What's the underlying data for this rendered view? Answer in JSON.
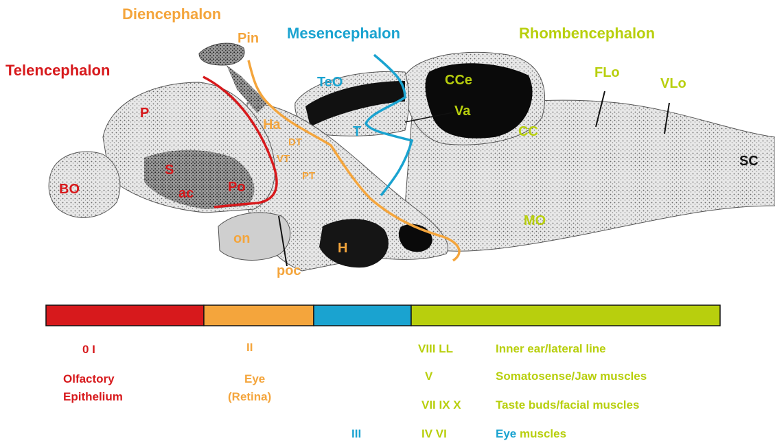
{
  "colors": {
    "telencephalon": "#d7191c",
    "diencephalon": "#f4a53c",
    "mesencephalon": "#1aa3d0",
    "rhombencephalon": "#b8cf0d"
  },
  "regions": {
    "telencephalon": "Telencephalon",
    "diencephalon": "Diencephalon",
    "mesencephalon": "Mesencephalon",
    "rhombencephalon": "Rhombencephalon"
  },
  "structures": {
    "pin": "Pin",
    "teo": "TeO",
    "cce": "CCe",
    "va": "Va",
    "flo": "FLo",
    "vlo": "VLo",
    "p": "P",
    "s": "S",
    "bo": "BO",
    "ac": "ac",
    "po": "Po",
    "ha": "Ha",
    "dt": "DT",
    "vt": "VT",
    "pt": "PT",
    "t": "T",
    "cc": "CC",
    "sc": "SC",
    "mo": "MO",
    "on": "on",
    "poc": "poc",
    "h": "H"
  },
  "legend": {
    "tel_nerves": "0 I",
    "tel_target_1": "Olfactory",
    "tel_target_2": "Epithelium",
    "di_nerve": "II",
    "di_target_1": "Eye",
    "di_target_2": "(Retina)",
    "mes_nerve": "III",
    "rows": [
      {
        "nerves": "VIII  LL",
        "target": "Inner ear/lateral line"
      },
      {
        "nerves": "V",
        "target": "Somatosense/Jaw muscles"
      },
      {
        "nerves": "VII IX X",
        "target": "Taste buds/facial muscles"
      },
      {
        "nerves": "IV  VI",
        "target_part1": "Eye",
        "target_part2": "muscles"
      }
    ]
  }
}
